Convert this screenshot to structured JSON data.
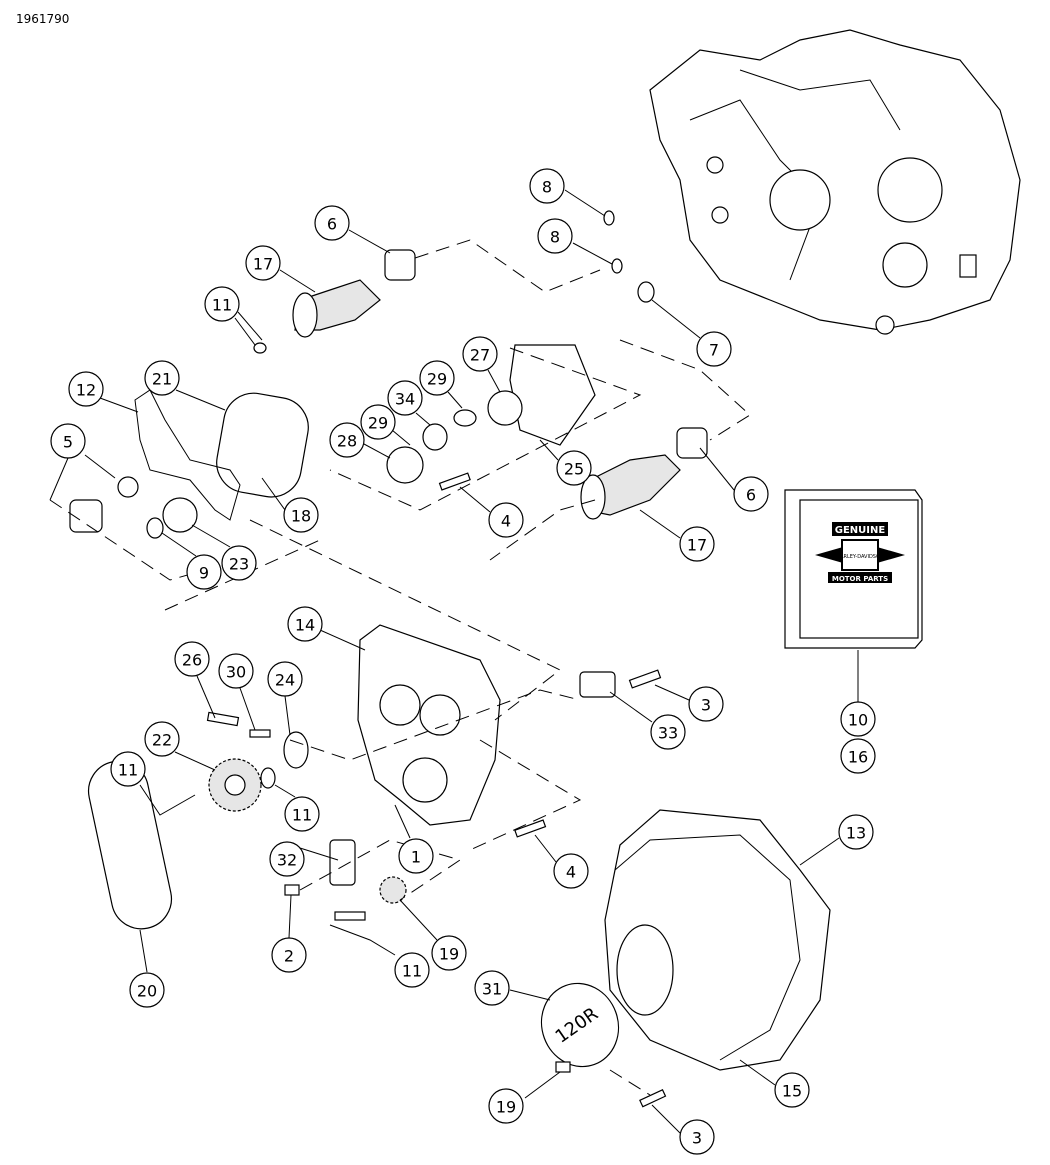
{
  "figure_number": "1961790",
  "callouts": [
    {
      "label": "8"
    },
    {
      "label": "8"
    },
    {
      "label": "6"
    },
    {
      "label": "17"
    },
    {
      "label": "11"
    },
    {
      "label": "7"
    },
    {
      "label": "27"
    },
    {
      "label": "29"
    },
    {
      "label": "34"
    },
    {
      "label": "29"
    },
    {
      "label": "28"
    },
    {
      "label": "21"
    },
    {
      "label": "12"
    },
    {
      "label": "5"
    },
    {
      "label": "25"
    },
    {
      "label": "6"
    },
    {
      "label": "4"
    },
    {
      "label": "18"
    },
    {
      "label": "17"
    },
    {
      "label": "23"
    },
    {
      "label": "9"
    },
    {
      "label": "14"
    },
    {
      "label": "26"
    },
    {
      "label": "30"
    },
    {
      "label": "24"
    },
    {
      "label": "3"
    },
    {
      "label": "33"
    },
    {
      "label": "10"
    },
    {
      "label": "16"
    },
    {
      "label": "22"
    },
    {
      "label": "11"
    },
    {
      "label": "11"
    },
    {
      "label": "32"
    },
    {
      "label": "1"
    },
    {
      "label": "4"
    },
    {
      "label": "13"
    },
    {
      "label": "2"
    },
    {
      "label": "19"
    },
    {
      "label": "11"
    },
    {
      "label": "20"
    },
    {
      "label": "31"
    },
    {
      "label": "19"
    },
    {
      "label": "15"
    },
    {
      "label": "3"
    }
  ],
  "cover_marking": "120R",
  "logo": {
    "top": "GENUINE",
    "middle": "HARLEY-DAVIDSON",
    "bottom": "MOTOR PARTS"
  }
}
